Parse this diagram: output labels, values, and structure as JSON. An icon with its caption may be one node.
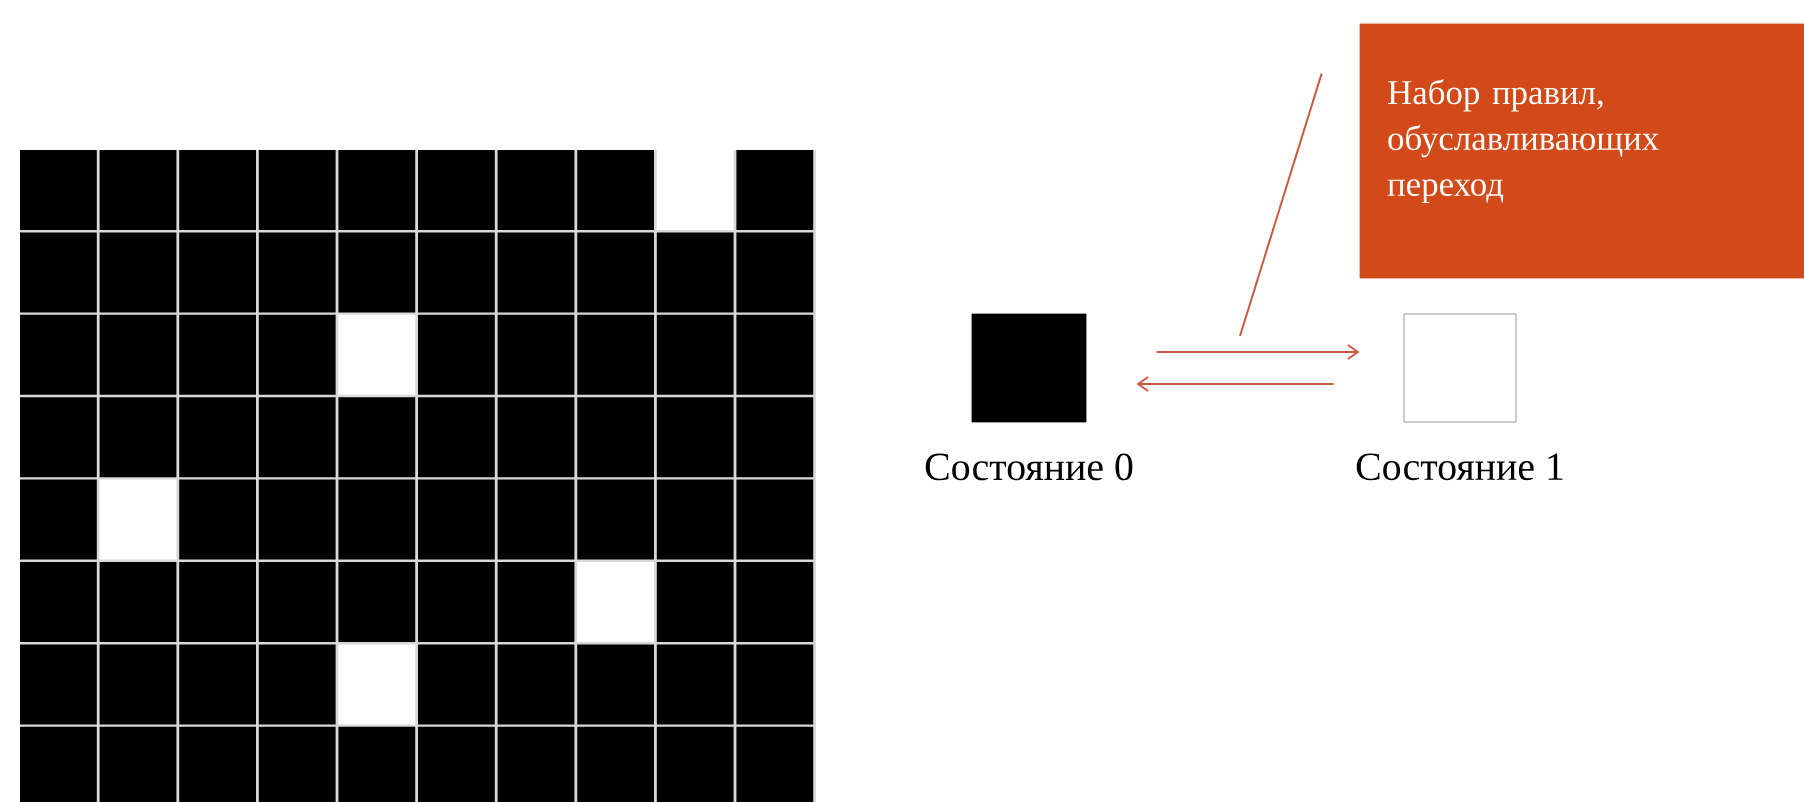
{
  "diagram": {
    "nodes": [
      {
        "text": [
          "Набор правил, обуславливающих переход"
        ]
      },
      {
        "text": [],
        "shape": "box",
        "beside": [
          "Состояние 0"
        ]
      },
      {
        "text": [],
        "shape": "box",
        "beside": [
          "Состояние 1"
        ]
      }
    ],
    "edges": [
      {
        "from": 1,
        "to": 2,
        "arrow": "to"
      },
      {
        "from": 2,
        "to": 1,
        "arrow": "to"
      },
      {
        "from": 0,
        "to": null,
        "arrow": "none"
      }
    ]
  }
}
